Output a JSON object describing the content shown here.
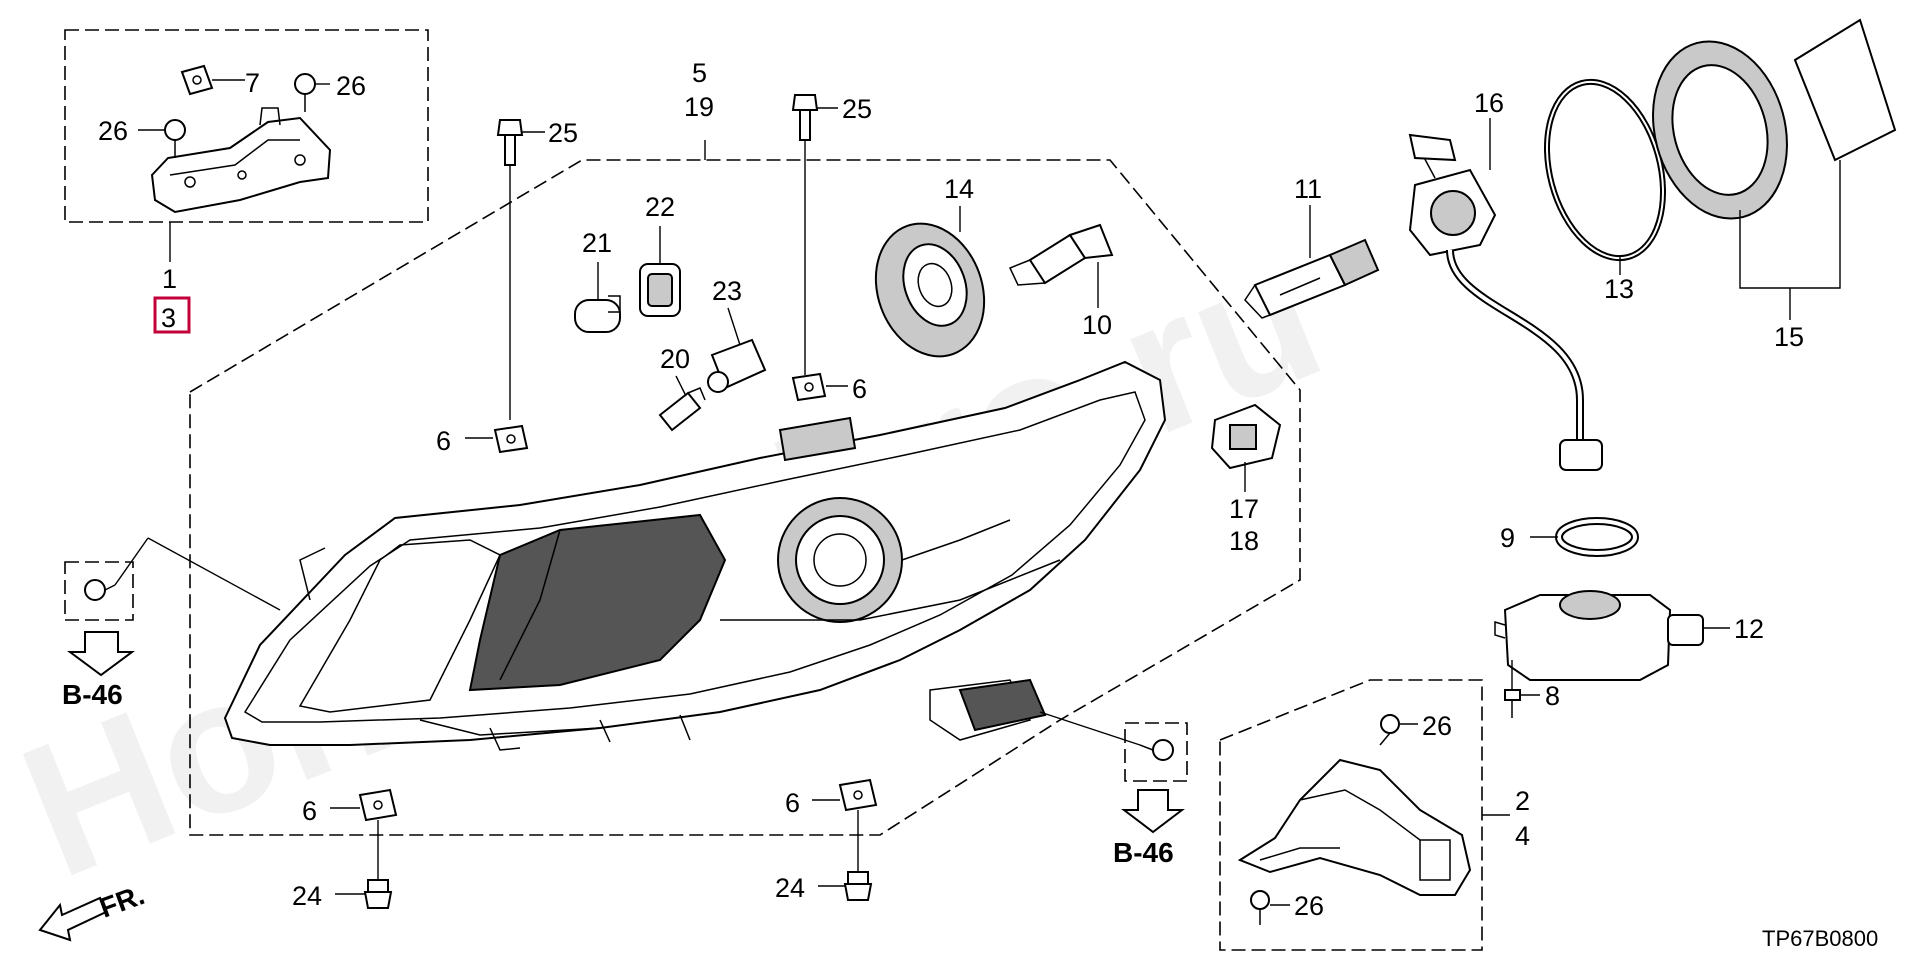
{
  "diagram": {
    "watermark": "Honda-Mirro.ru",
    "diagram_code": "TP67B0800",
    "front_arrow_label": "FR.",
    "kit_highlight_label": "3",
    "references": [
      "B-46",
      "B-46"
    ],
    "callouts": [
      {
        "id": "c1",
        "label": "1"
      },
      {
        "id": "c2",
        "label": "2"
      },
      {
        "id": "c4",
        "label": "4"
      },
      {
        "id": "c5",
        "label": "5"
      },
      {
        "id": "c19",
        "label": "19"
      },
      {
        "id": "c6a",
        "label": "6"
      },
      {
        "id": "c6b",
        "label": "6"
      },
      {
        "id": "c6c",
        "label": "6"
      },
      {
        "id": "c6d",
        "label": "6"
      },
      {
        "id": "c7",
        "label": "7"
      },
      {
        "id": "c8",
        "label": "8"
      },
      {
        "id": "c9",
        "label": "9"
      },
      {
        "id": "c10",
        "label": "10"
      },
      {
        "id": "c11",
        "label": "11"
      },
      {
        "id": "c12",
        "label": "12"
      },
      {
        "id": "c13",
        "label": "13"
      },
      {
        "id": "c14",
        "label": "14"
      },
      {
        "id": "c15",
        "label": "15"
      },
      {
        "id": "c16",
        "label": "16"
      },
      {
        "id": "c17",
        "label": "17"
      },
      {
        "id": "c18",
        "label": "18"
      },
      {
        "id": "c20",
        "label": "20"
      },
      {
        "id": "c21",
        "label": "21"
      },
      {
        "id": "c22",
        "label": "22"
      },
      {
        "id": "c23",
        "label": "23"
      },
      {
        "id": "c24a",
        "label": "24"
      },
      {
        "id": "c24b",
        "label": "24"
      },
      {
        "id": "c25a",
        "label": "25"
      },
      {
        "id": "c25b",
        "label": "25"
      },
      {
        "id": "c26a",
        "label": "26"
      },
      {
        "id": "c26b",
        "label": "26"
      },
      {
        "id": "c26c",
        "label": "26"
      },
      {
        "id": "c26d",
        "label": "26"
      }
    ]
  }
}
